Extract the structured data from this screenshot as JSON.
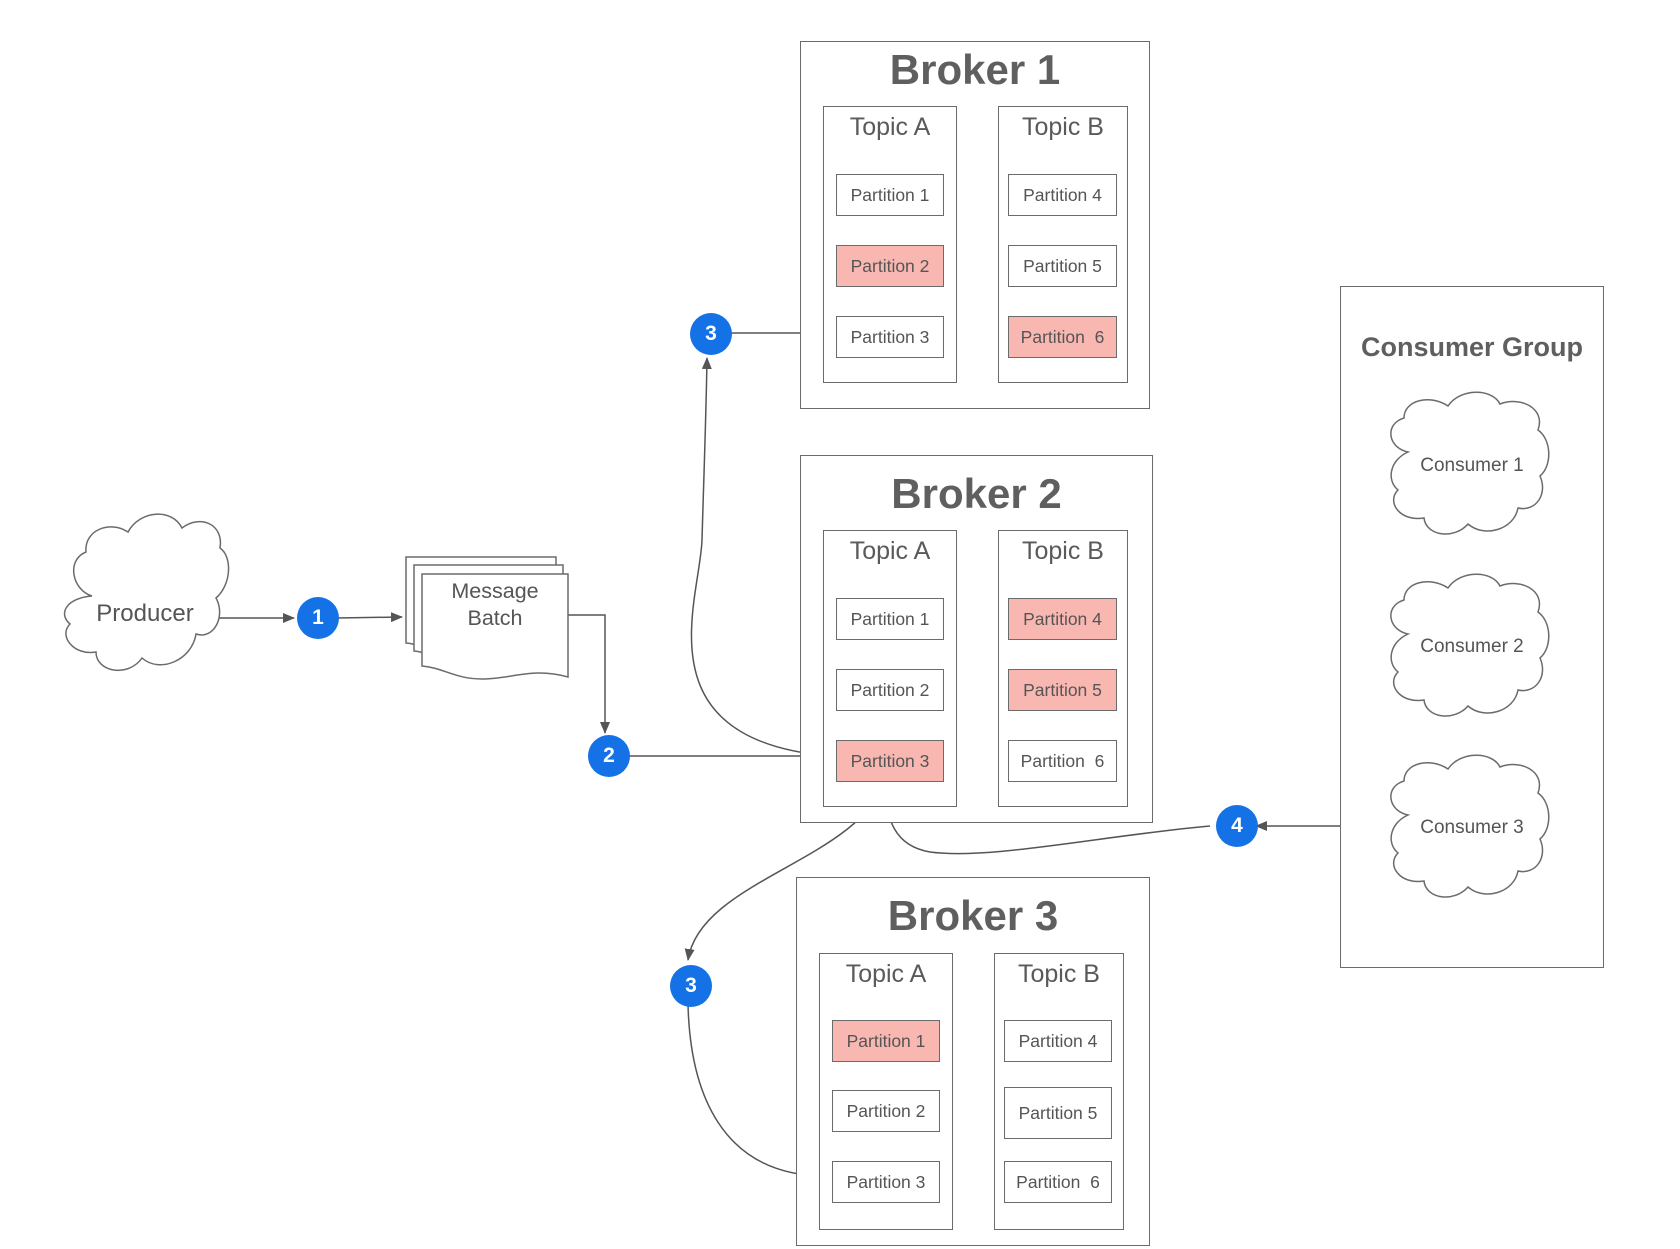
{
  "producer": {
    "label": "Producer"
  },
  "message_batch": {
    "line1": "Message",
    "line2": "Batch"
  },
  "brokers": [
    {
      "title": "Broker 1",
      "topics": [
        {
          "title": "Topic A",
          "partitions": [
            {
              "label": "Partition 1",
              "highlighted": false
            },
            {
              "label": "Partition 2",
              "highlighted": true
            },
            {
              "label": "Partition 3",
              "highlighted": false
            }
          ]
        },
        {
          "title": "Topic B",
          "partitions": [
            {
              "label": "Partition 4",
              "highlighted": false
            },
            {
              "label": "Partition 5",
              "highlighted": false
            },
            {
              "label": "Partition  6",
              "highlighted": true
            }
          ]
        }
      ]
    },
    {
      "title": "Broker 2",
      "topics": [
        {
          "title": "Topic A",
          "partitions": [
            {
              "label": "Partition 1",
              "highlighted": false
            },
            {
              "label": "Partition 2",
              "highlighted": false
            },
            {
              "label": "Partition 3",
              "highlighted": true
            }
          ]
        },
        {
          "title": "Topic B",
          "partitions": [
            {
              "label": "Partition 4",
              "highlighted": true
            },
            {
              "label": "Partition 5",
              "highlighted": true
            },
            {
              "label": "Partition  6",
              "highlighted": false
            }
          ]
        }
      ]
    },
    {
      "title": "Broker 3",
      "topics": [
        {
          "title": "Topic A",
          "partitions": [
            {
              "label": "Partition 1",
              "highlighted": true
            },
            {
              "label": "Partition 2",
              "highlighted": false
            },
            {
              "label": "Partition 3",
              "highlighted": false
            }
          ]
        },
        {
          "title": "Topic B",
          "partitions": [
            {
              "label": "Partition 4",
              "highlighted": false
            },
            {
              "label": "Partition 5",
              "highlighted": false
            },
            {
              "label": "Partition  6",
              "highlighted": false
            }
          ]
        }
      ]
    }
  ],
  "consumer_group": {
    "title": "Consumer Group",
    "consumers": [
      "Consumer 1",
      "Consumer 2",
      "Consumer 3"
    ]
  },
  "steps": {
    "produce": "1",
    "send": "2",
    "replicate_top": "3",
    "replicate_bottom": "3",
    "consume": "4"
  },
  "colors": {
    "highlight": "#f8b7b1",
    "step_badge": "#1471e6",
    "stroke": "#6b6b6b"
  }
}
